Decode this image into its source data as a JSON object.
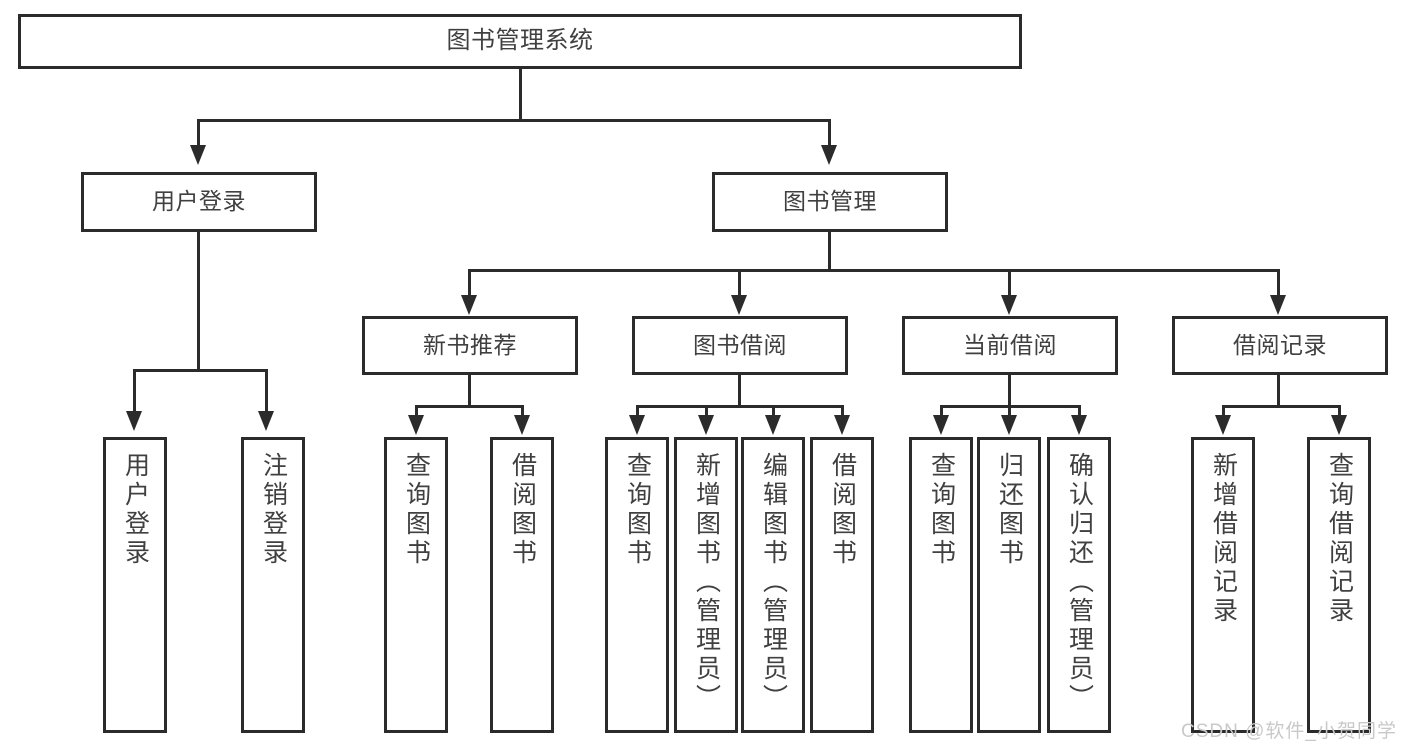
{
  "diagram": {
    "title": "图书管理系统",
    "watermark": "CSDN @软件_小贺同学",
    "line_color": "#2b2b2b",
    "text_color": "#404040",
    "background": "#ffffff",
    "nodes": {
      "root": "图书管理系统",
      "user_login": "用户登录",
      "book_manage": "图书管理",
      "new_book_rec": "新书推荐",
      "book_borrow": "图书借阅",
      "current_borrow": "当前借阅",
      "borrow_record": "借阅记录",
      "leaf_user_login": "用户登录",
      "leaf_logout_login": "注销登录",
      "leaf_query_book_1": "查询图书",
      "leaf_borrow_book_1": "借阅图书",
      "leaf_query_book_2": "查询图书",
      "leaf_add_book_admin": "新增图书（管理员）",
      "leaf_edit_book_admin": "编辑图书（管理员）",
      "leaf_borrow_book_2": "借阅图书",
      "leaf_query_book_3": "查询图书",
      "leaf_return_book": "归还图书",
      "leaf_confirm_return_admin": "确认归还（管理员）",
      "leaf_add_borrow_record": "新增借阅记录",
      "leaf_query_borrow_record": "查询借阅记录"
    }
  }
}
